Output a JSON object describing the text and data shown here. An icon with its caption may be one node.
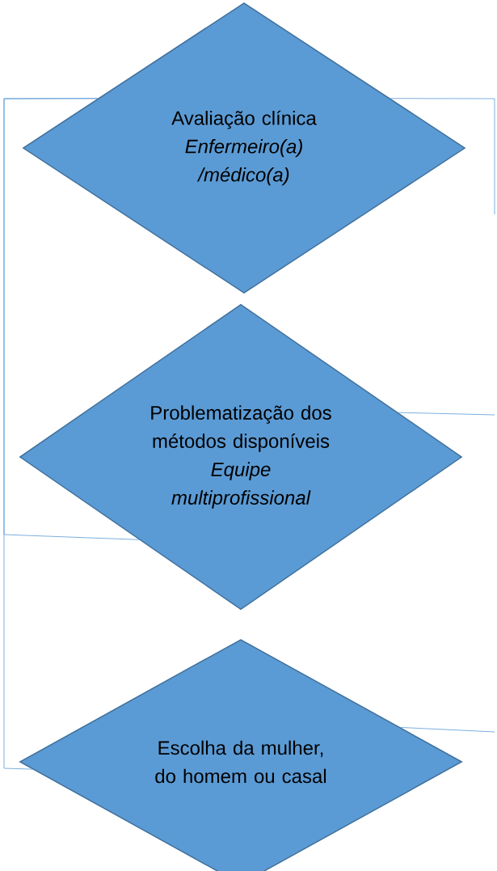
{
  "diagram": {
    "nodes": [
      {
        "text": [
          "Avaliação clínica",
          "Enfermeiro(a) /médico(a)"
        ]
      },
      {
        "text": [
          "Problematização dos métodos disponíveis",
          "Equipe multiprofissional"
        ]
      },
      {
        "text": [
          "Escolha da mulher, do homem ou casal"
        ]
      }
    ],
    "edges": [
      {
        "from": 0,
        "to": 1,
        "arrow": "none"
      },
      {
        "from": 0,
        "to": 2,
        "arrow": "none"
      },
      {
        "from": 0,
        "to": null,
        "arrow": "none"
      },
      {
        "from": 1,
        "to": null,
        "arrow": "none"
      },
      {
        "from": 2,
        "to": null,
        "arrow": "none"
      }
    ]
  }
}
